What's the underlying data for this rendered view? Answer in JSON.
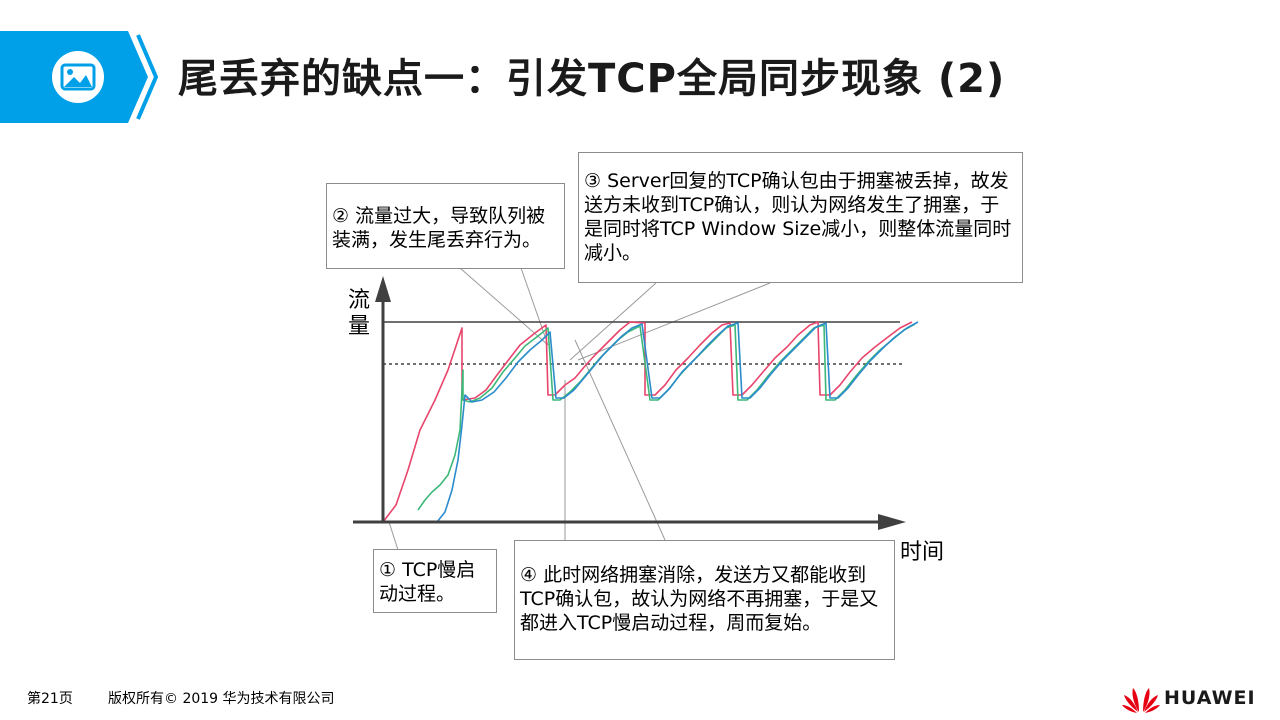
{
  "header": {
    "title": "尾丢弃的缺点一：引发TCP全局同步现象 (2)",
    "icon": "image-icon",
    "accent_color": "#00a0e9"
  },
  "diagram": {
    "y_axis_label": "流量",
    "x_axis_label": "时间",
    "series_colors": [
      "#e8456c",
      "#3cb878",
      "#2b8ccc"
    ]
  },
  "callouts": {
    "c1": "① TCP慢启动过程。",
    "c2": "② 流量过大，导致队列被装满，发生尾丢弃行为。",
    "c3": "③ Server回复的TCP确认包由于拥塞被丢掉，故发送方未收到TCP确认，则认为网络发生了拥塞，于是同时将TCP Window Size减小，则整体流量同时减小。",
    "c4": "④ 此时网络拥塞消除，发送方又都能收到TCP确认包，故认为网络不再拥塞，于是又都进入TCP慢启动过程，周而复始。"
  },
  "footer": {
    "page": "第21页",
    "copyright": "版权所有© 2019 华为技术有限公司",
    "brand": "HUAWEI"
  }
}
